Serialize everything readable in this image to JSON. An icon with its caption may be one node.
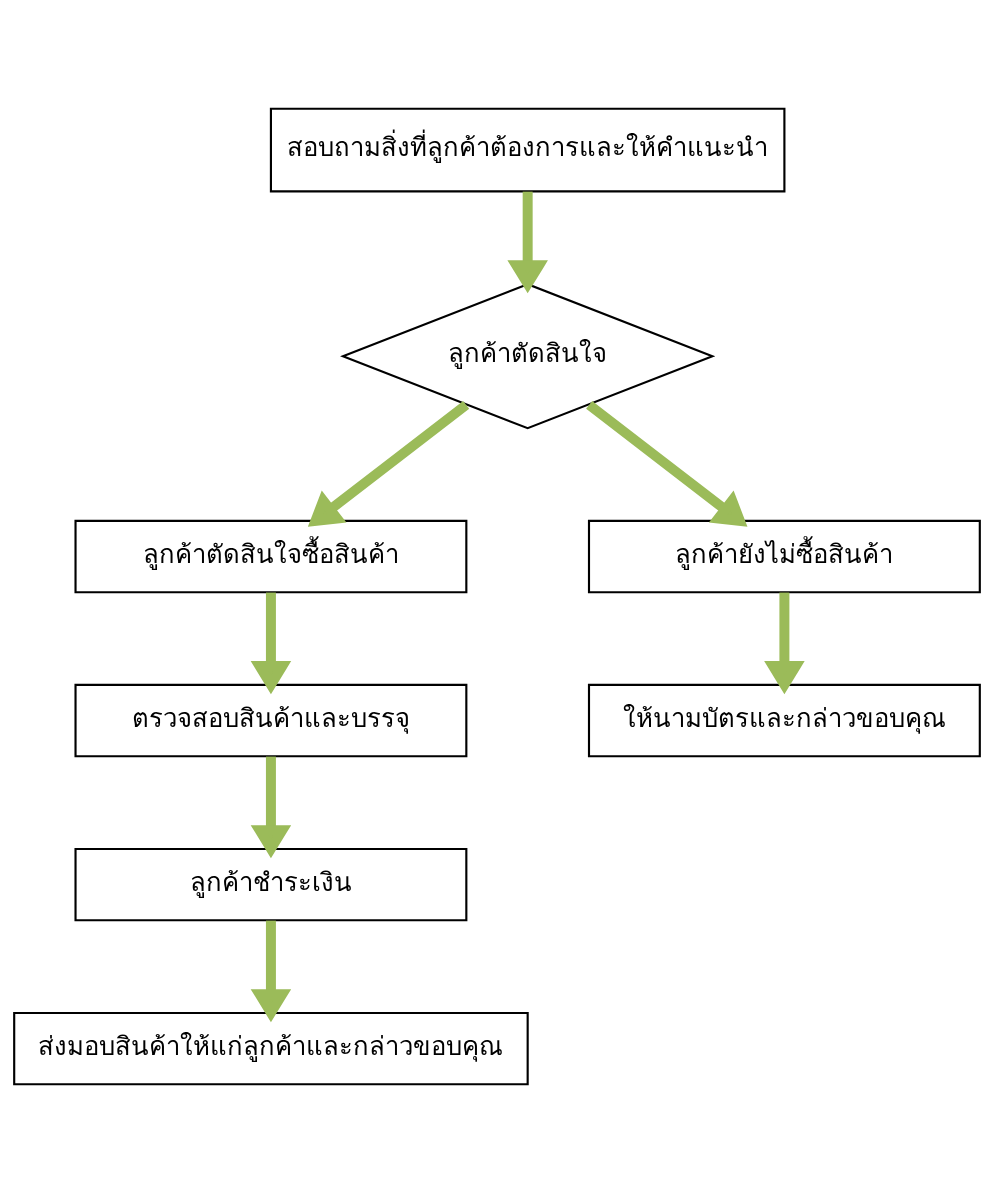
{
  "diagram": {
    "nodes": [
      {
        "text": [
          "สอบถามสิ่งที่ลูกค้าต้องการและให้คำแนะนำ"
        ]
      },
      {
        "text": [
          "ลูกค้าตัดสินใจ"
        ]
      },
      {
        "text": [
          "ลูกค้าตัดสินใจซื้อสินค้า"
        ]
      },
      {
        "text": [
          "ลูกค้ายังไม่ซื้อสินค้า"
        ]
      },
      {
        "text": [
          "ตรวจสอบสินค้าและบรรจุ"
        ]
      },
      {
        "text": [
          "ให้นามบัตรและกล่าวขอบคุณ"
        ]
      },
      {
        "text": [
          "ลูกค้าชำระเงิน"
        ]
      },
      {
        "text": [
          "ส่งมอบสินค้าให้แก่ลูกค้าและกล่าวขอบคุณ"
        ]
      }
    ],
    "edges": [
      {
        "from": 0,
        "to": 1,
        "arrow": "to"
      },
      {
        "from": 1,
        "to": 2,
        "arrow": "to"
      },
      {
        "from": 1,
        "to": 3,
        "arrow": "to"
      },
      {
        "from": 2,
        "to": 4,
        "arrow": "to"
      },
      {
        "from": 3,
        "to": 5,
        "arrow": "to"
      },
      {
        "from": 4,
        "to": 6,
        "arrow": "to"
      },
      {
        "from": 6,
        "to": 7,
        "arrow": "to"
      }
    ]
  }
}
